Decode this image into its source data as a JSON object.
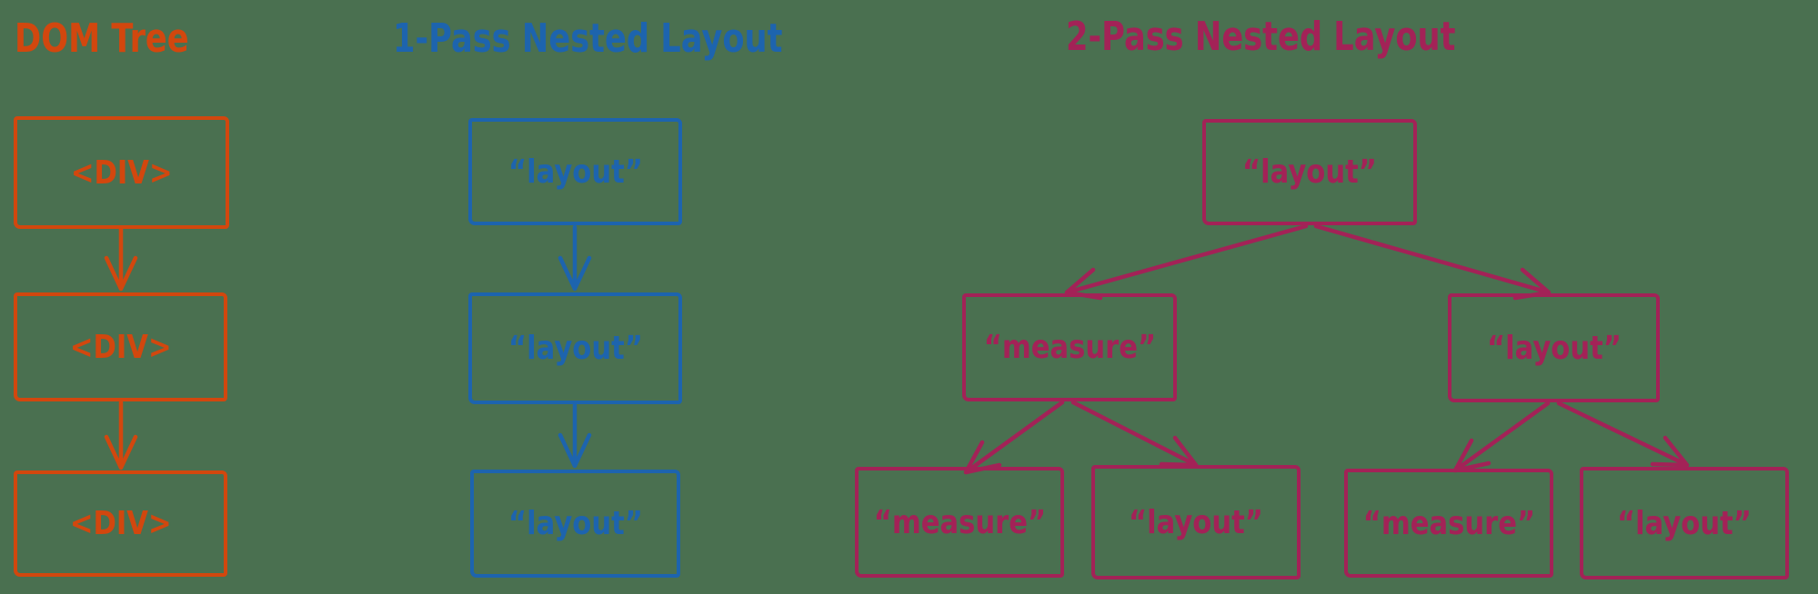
{
  "canvas": {
    "background": "#4a7050"
  },
  "colors": {
    "orange": "#d2470e",
    "blue": "#1d64ae",
    "pink": "#a32257"
  },
  "diagrams": [
    {
      "title": "DOM Tree",
      "color": "orange",
      "nodes": [
        {
          "id": "div-1",
          "label": "<DIV>"
        },
        {
          "id": "div-2",
          "label": "<DIV>"
        },
        {
          "id": "div-3",
          "label": "<DIV>"
        }
      ],
      "edges": [
        {
          "from": "div-1",
          "to": "div-2"
        },
        {
          "from": "div-2",
          "to": "div-3"
        }
      ]
    },
    {
      "title": "1-Pass Nested Layout",
      "color": "blue",
      "nodes": [
        {
          "id": "layout-1",
          "label": "“layout”"
        },
        {
          "id": "layout-2",
          "label": "“layout”"
        },
        {
          "id": "layout-3",
          "label": "“layout”"
        }
      ],
      "edges": [
        {
          "from": "layout-1",
          "to": "layout-2"
        },
        {
          "from": "layout-2",
          "to": "layout-3"
        }
      ]
    },
    {
      "title": "2-Pass Nested Layout",
      "color": "pink",
      "nodes": [
        {
          "id": "root-layout",
          "label": "“layout”"
        },
        {
          "id": "mid-measure",
          "label": "“measure”"
        },
        {
          "id": "mid-layout",
          "label": "“layout”"
        },
        {
          "id": "leaf-measure-1",
          "label": "“measure”"
        },
        {
          "id": "leaf-layout-1",
          "label": "“layout”"
        },
        {
          "id": "leaf-measure-2",
          "label": "“measure”"
        },
        {
          "id": "leaf-layout-2",
          "label": "“layout”"
        }
      ],
      "edges": [
        {
          "from": "root-layout",
          "to": "mid-measure"
        },
        {
          "from": "root-layout",
          "to": "mid-layout"
        },
        {
          "from": "mid-measure",
          "to": "leaf-measure-1"
        },
        {
          "from": "mid-measure",
          "to": "leaf-layout-1"
        },
        {
          "from": "mid-layout",
          "to": "leaf-measure-2"
        },
        {
          "from": "mid-layout",
          "to": "leaf-layout-2"
        }
      ]
    }
  ]
}
